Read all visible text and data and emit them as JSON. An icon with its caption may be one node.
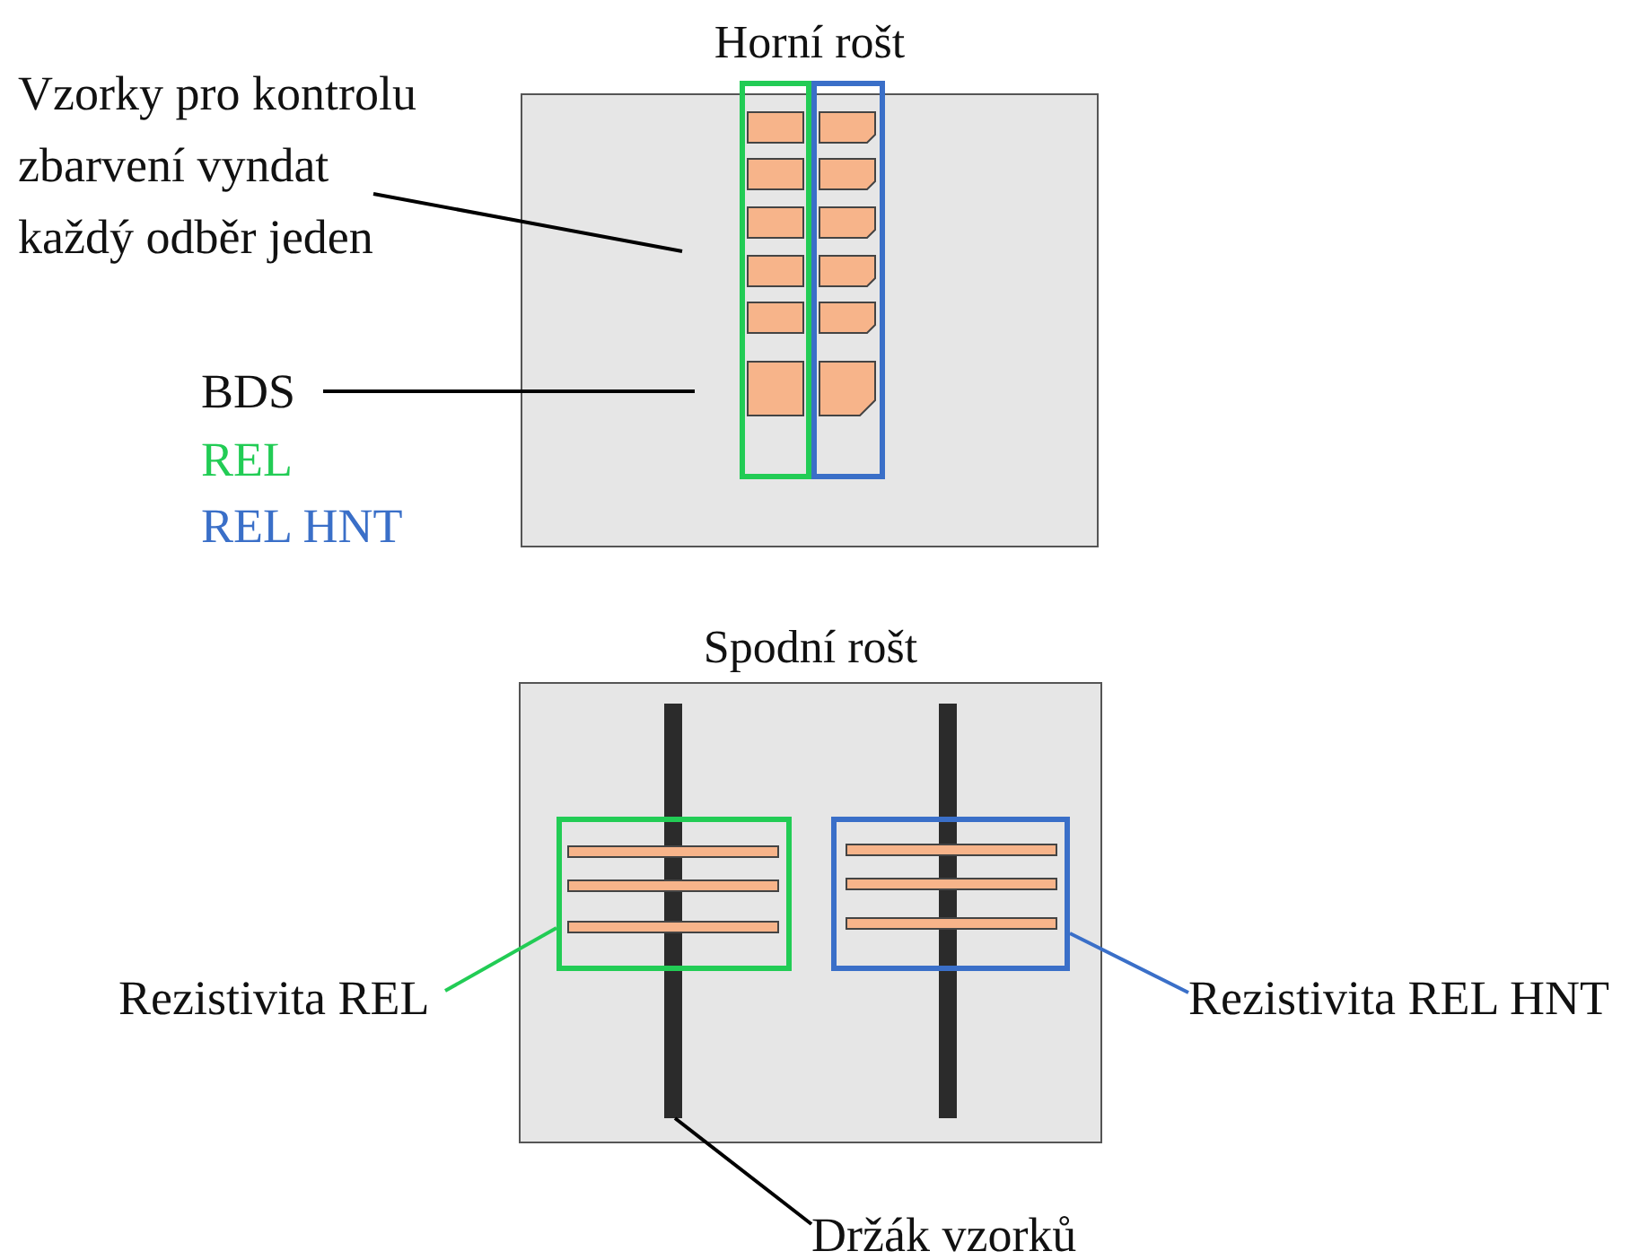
{
  "diagram": {
    "nodes": [
      {
        "text": [
          "Horní rošt"
        ]
      },
      {
        "text": [],
        "shape": "box",
        "in": 0
      },
      {
        "text": [],
        "shape": "box",
        "in": 0
      },
      {
        "text": [
          "Vzorky pro kontrolu zbarvení vyndat každý odběr jeden"
        ]
      },
      {
        "text": [
          "BDS"
        ]
      },
      {
        "text": [
          "Spodní rošt"
        ]
      },
      {
        "text": [],
        "shape": "box",
        "in": 5
      },
      {
        "text": [],
        "shape": "box",
        "in": 5
      },
      {
        "text": [],
        "shape": "bar",
        "in": 5
      },
      {
        "text": [],
        "shape": "bar",
        "in": 5
      },
      {
        "text": [
          "Rezistivita REL"
        ]
      },
      {
        "text": [
          "Rezistivita REL HNT"
        ]
      },
      {
        "text": [
          "Držák vzorků"
        ]
      }
    ],
    "edges": [
      {
        "from": 3,
        "to": null,
        "arrow": "none"
      },
      {
        "from": 4,
        "to": null,
        "arrow": "none"
      },
      {
        "from": 10,
        "to": 6,
        "arrow": "none",
        "color": "#22cc55"
      },
      {
        "from": 11,
        "to": 7,
        "arrow": "none",
        "color": "#3a6fc8"
      },
      {
        "from": 12,
        "to": 8,
        "arrow": "none"
      }
    ],
    "legend": [
      {
        "text": "REL",
        "color": "#22cc55"
      },
      {
        "text": "REL HNT",
        "color": "#3a6fc8"
      }
    ]
  }
}
